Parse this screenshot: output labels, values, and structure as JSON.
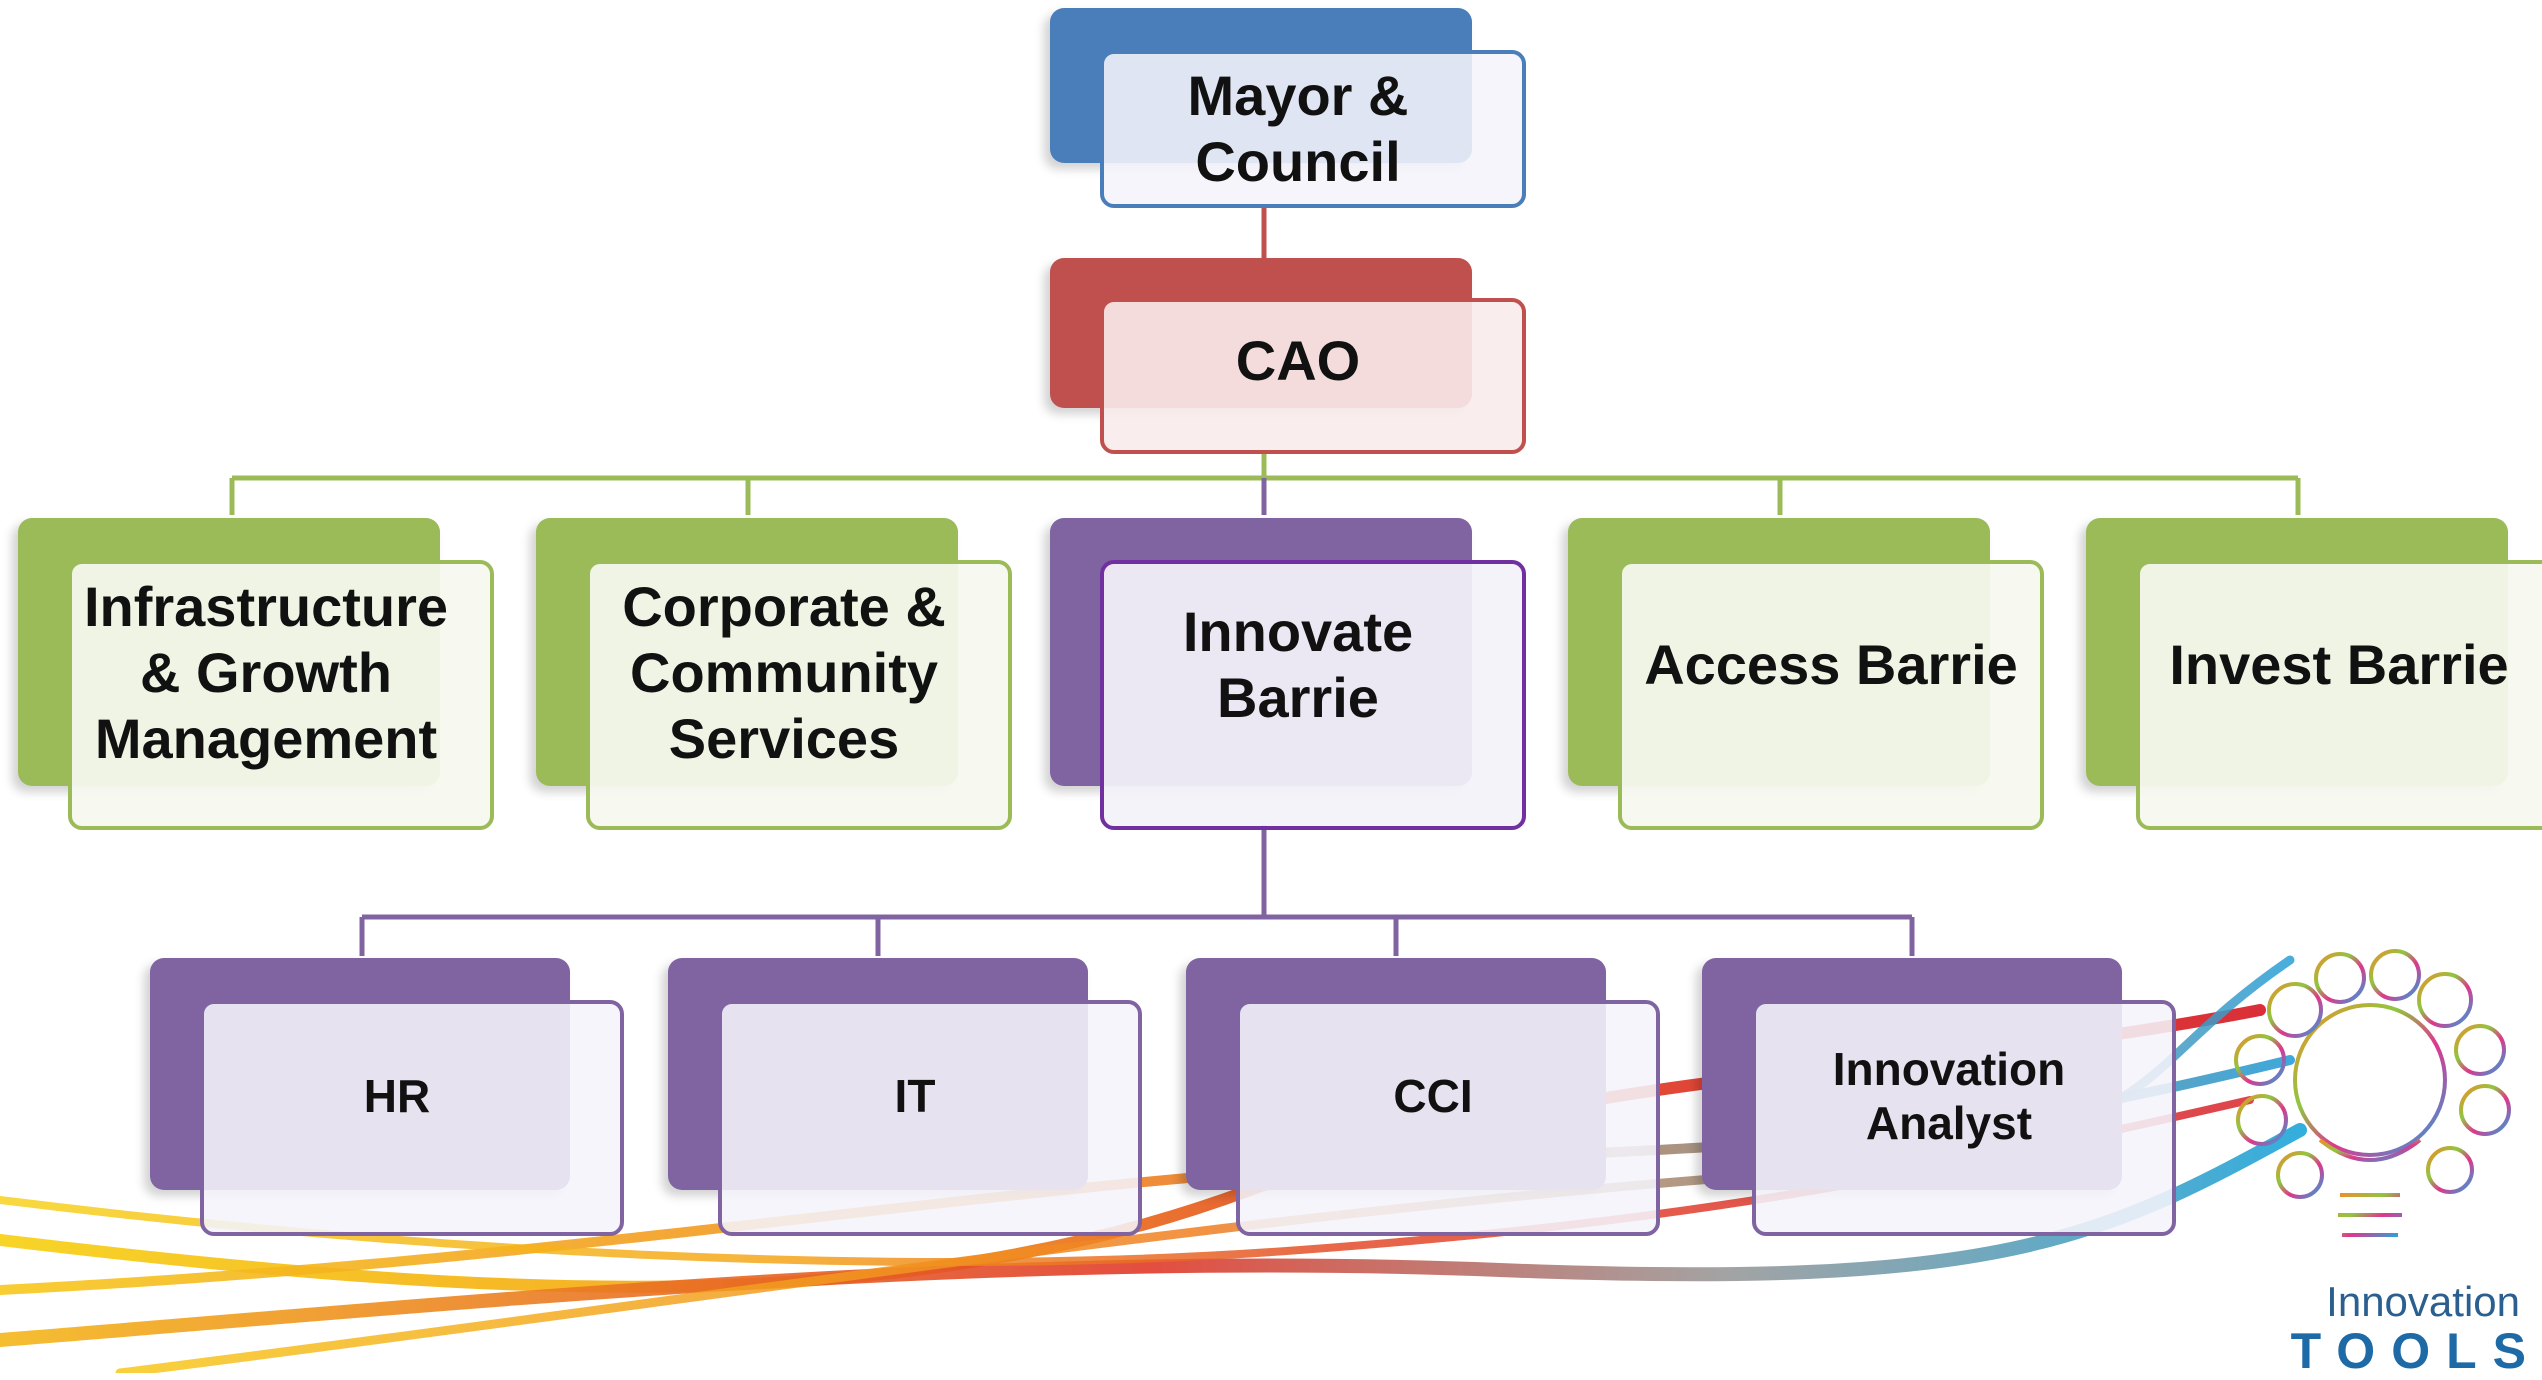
{
  "colors": {
    "top": "#4a7ebb",
    "cao": "#c0504d",
    "green": "#9bbb59",
    "purple": "#8064a2"
  },
  "nodes": {
    "mayor": "Mayor &\nCouncil",
    "cao": "CAO",
    "infra": "Infrastructure\n& Growth\nManagement",
    "corp": "Corporate &\nCommunity\nServices",
    "innovate": "Innovate\nBarrie",
    "access": "Access Barrie",
    "invest": "Invest Barrie",
    "hr": "HR",
    "it": "IT",
    "cci": "CCI",
    "analyst": "Innovation\nAnalyst"
  },
  "brand": {
    "line1": "Innovation",
    "line2": "TOOLS"
  }
}
